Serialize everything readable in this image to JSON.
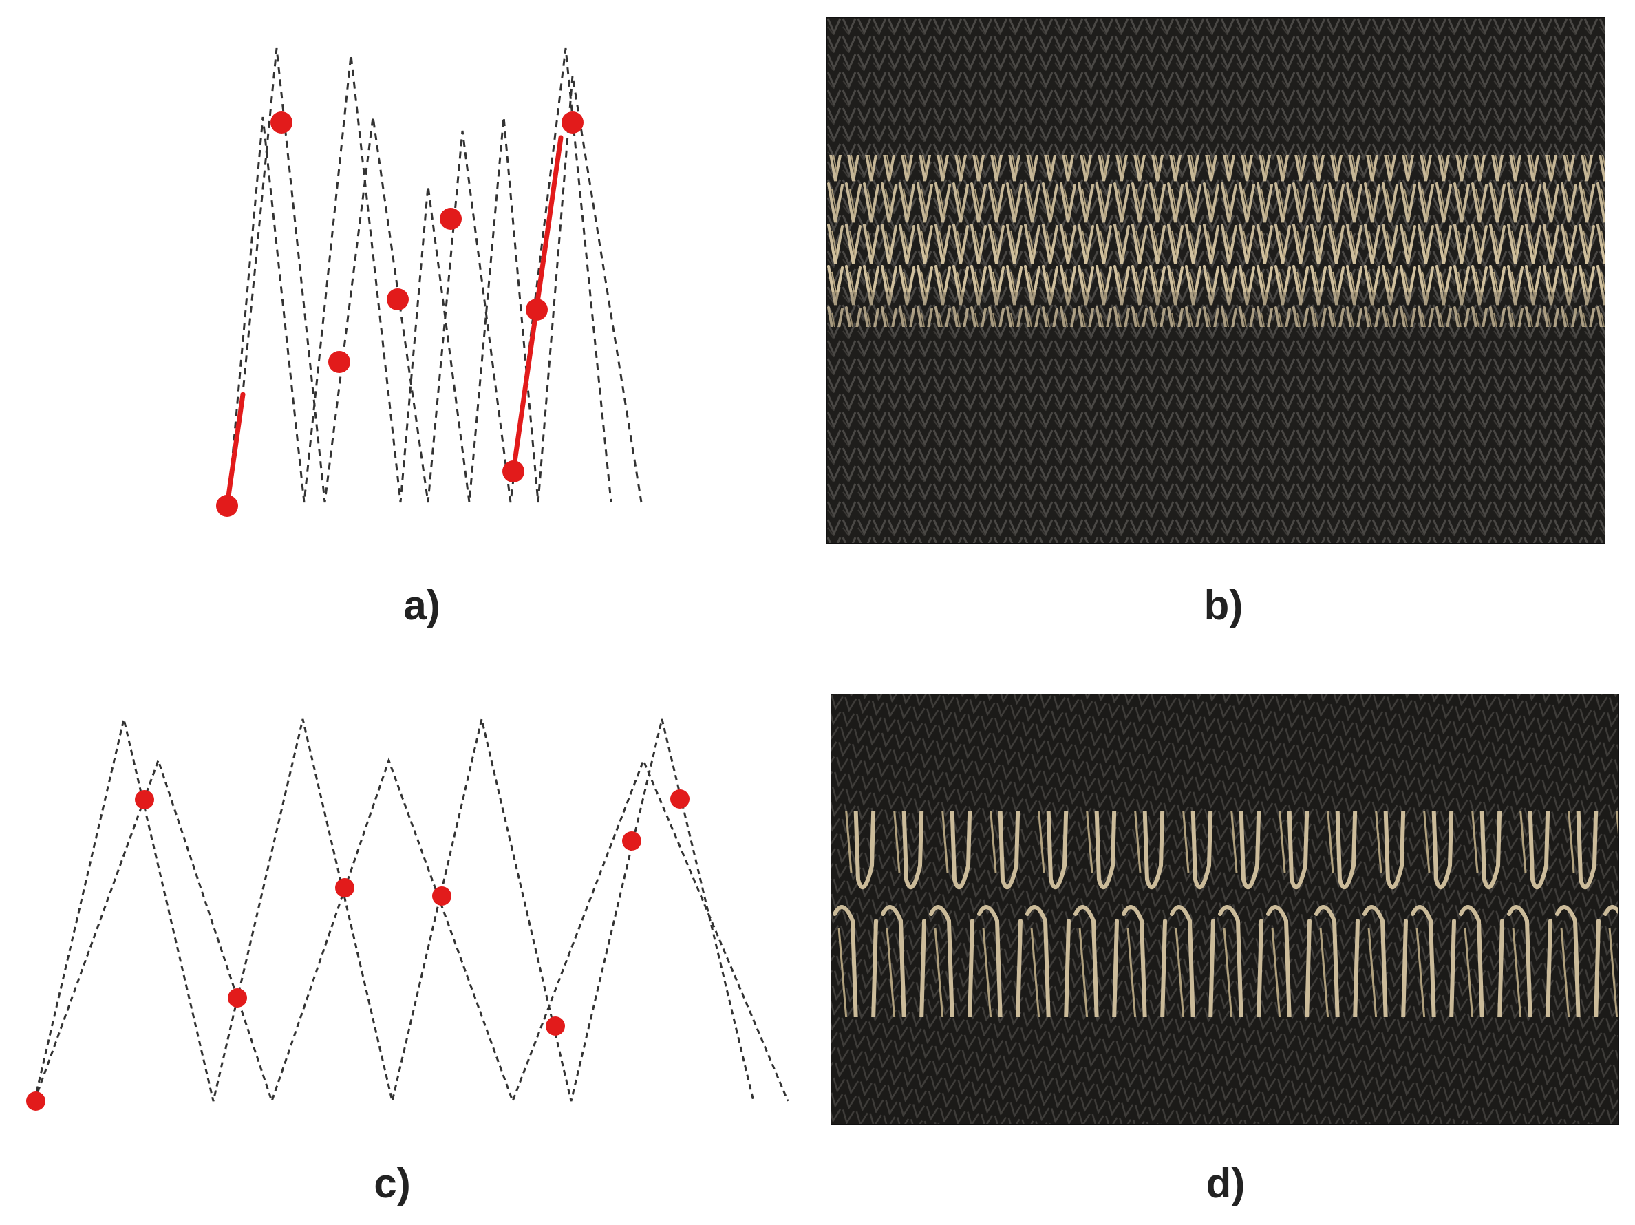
{
  "captions": {
    "a": "a)",
    "b": "b)",
    "c": "c)",
    "d": "d)"
  },
  "colors": {
    "stitch_line": "#333333",
    "marker": "#e21b1b",
    "fabric": "#1e1d1b",
    "thread": "#d4c3a0"
  },
  "panels": {
    "a": {
      "kind": "stitch-pattern-diagram",
      "markers": 8,
      "highlighted_segments": 2
    },
    "b": {
      "kind": "photo",
      "subject": "zigzag-stitch-on-dark-knit-fabric"
    },
    "c": {
      "kind": "stitch-pattern-diagram",
      "markers": 8
    },
    "d": {
      "kind": "photo",
      "subject": "zigzag-stitch-on-dark-knit-fabric"
    }
  }
}
